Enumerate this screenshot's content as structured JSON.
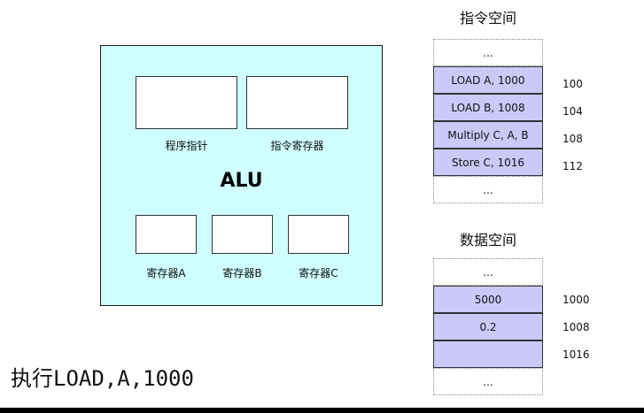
{
  "cpu": {
    "alu_label": "ALU",
    "registers": [
      {
        "label": "程序指针"
      },
      {
        "label": "指令寄存器"
      },
      {
        "label": "寄存器A"
      },
      {
        "label": "寄存器B"
      },
      {
        "label": "寄存器C"
      }
    ]
  },
  "instruction_space": {
    "title": "指令空间",
    "cells": [
      {
        "text": "...",
        "addr": ""
      },
      {
        "text": "LOAD A, 1000",
        "addr": "100"
      },
      {
        "text": "LOAD B, 1008",
        "addr": "104"
      },
      {
        "text": "Multiply C, A, B",
        "addr": "108"
      },
      {
        "text": "Store C, 1016",
        "addr": "112"
      },
      {
        "text": "...",
        "addr": ""
      }
    ]
  },
  "data_space": {
    "title": "数据空间",
    "cells": [
      {
        "text": "...",
        "addr": ""
      },
      {
        "text": "5000",
        "addr": "1000"
      },
      {
        "text": "0.2",
        "addr": "1008"
      },
      {
        "text": "",
        "addr": "1016"
      },
      {
        "text": "...",
        "addr": ""
      }
    ]
  },
  "execution_text": "执行LOAD,A,1000"
}
